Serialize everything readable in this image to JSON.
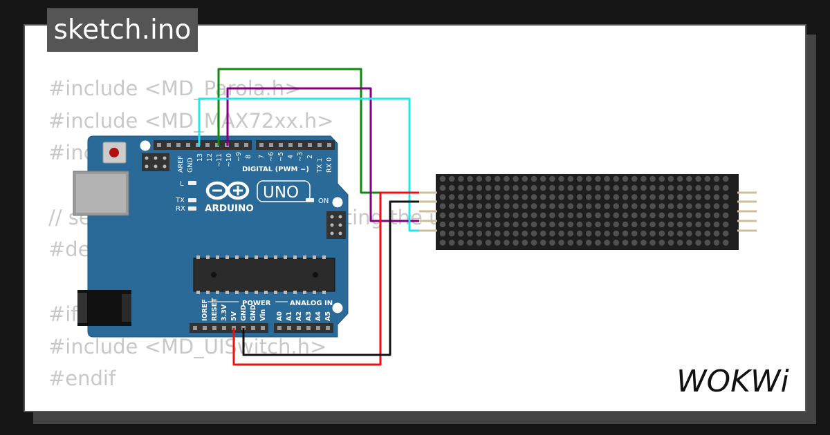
{
  "tab": {
    "filename": "sketch.ino"
  },
  "code_lines": [
    "#include <MD_Parola.h>",
    "#include <MD_MAX72xx.h>",
    "#include <SPI.h>",
    "",
    "// set to 1 if we are implementing the user interface pot, switch, etc",
    "#define USE_UI_CONTROL 0",
    "",
    "#if USE_UI_CONTROL",
    "#include <MD_UISwitch.h>",
    "#endif"
  ],
  "board": {
    "brand": "ARDUINO",
    "model": "UNO",
    "digital_label": "DIGITAL (PWM ~)",
    "power_label": "POWER",
    "analog_label": "ANALOG IN",
    "led_l": "L",
    "led_tx": "TX",
    "led_rx": "RX",
    "led_on": "ON",
    "pin_aref": "AREF",
    "pin_gnd": "GND",
    "pin_13": "13",
    "pin_12": "12",
    "pin_11": "~11",
    "pin_10": "~10",
    "pin_9": "~9",
    "pin_8": "8",
    "pin_7": "7",
    "pin_6": "~6",
    "pin_5": "~5",
    "pin_4": "4",
    "pin_3": "~3",
    "pin_2": "2",
    "pin_tx": "TX 1",
    "pin_rx": "RX 0",
    "pin_ioref": "IOREF",
    "pin_reset": "RESET",
    "pin_3v3": "3.3V",
    "pin_5v": "5V",
    "pin_gnd1": "GND",
    "pin_gnd2": "GND",
    "pin_vin": "Vin",
    "pin_a0": "A0",
    "pin_a1": "A1",
    "pin_a2": "A2",
    "pin_a3": "A3",
    "pin_a4": "A4",
    "pin_a5": "A5"
  },
  "colors": {
    "board": "#2a6a99",
    "wire_green": "#0b8a0b",
    "wire_purple": "#800080",
    "wire_cyan": "#22e5ee",
    "wire_red": "#ee1111",
    "wire_black": "#111111",
    "matrix": "#1e1e1e",
    "dot": "#505050"
  },
  "logo": {
    "text": "WOKWi"
  }
}
